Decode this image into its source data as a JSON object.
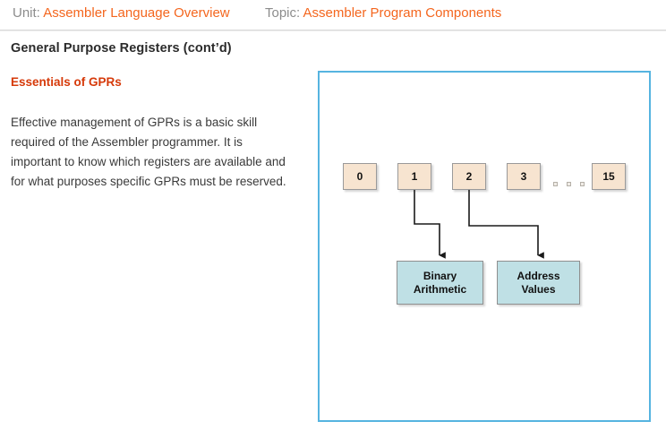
{
  "header": {
    "unit_label": "Unit:",
    "unit_value": "Assembler Language Overview",
    "topic_label": "Topic:",
    "topic_value": "Assembler Program Components",
    "label_color": "#8c8c8c",
    "value_color": "#f4661e"
  },
  "content": {
    "page_title": "General Purpose Registers (cont’d)",
    "section_title": "Essentials of GPRs",
    "section_title_color": "#d63a0a",
    "paragraph": "Effective management of GPRs is a basic skill required of the Assembler programmer. It is important to know which registers are available and for what purposes specific GPRs must be reserved."
  },
  "diagram": {
    "panel_border_color": "#56b4e0",
    "register_fill_color": "#f7e4d0",
    "purpose_fill_color": "#bfe0e5",
    "registers": [
      {
        "label": "0"
      },
      {
        "label": "1"
      },
      {
        "label": "2"
      },
      {
        "label": "3"
      },
      {
        "label": "15"
      }
    ],
    "ellipsis": "...",
    "purposes": [
      {
        "line1": "Binary",
        "line2": "Arithmetic",
        "source_register": "1"
      },
      {
        "line1": "Address",
        "line2": "Values",
        "source_register": "2"
      }
    ]
  }
}
